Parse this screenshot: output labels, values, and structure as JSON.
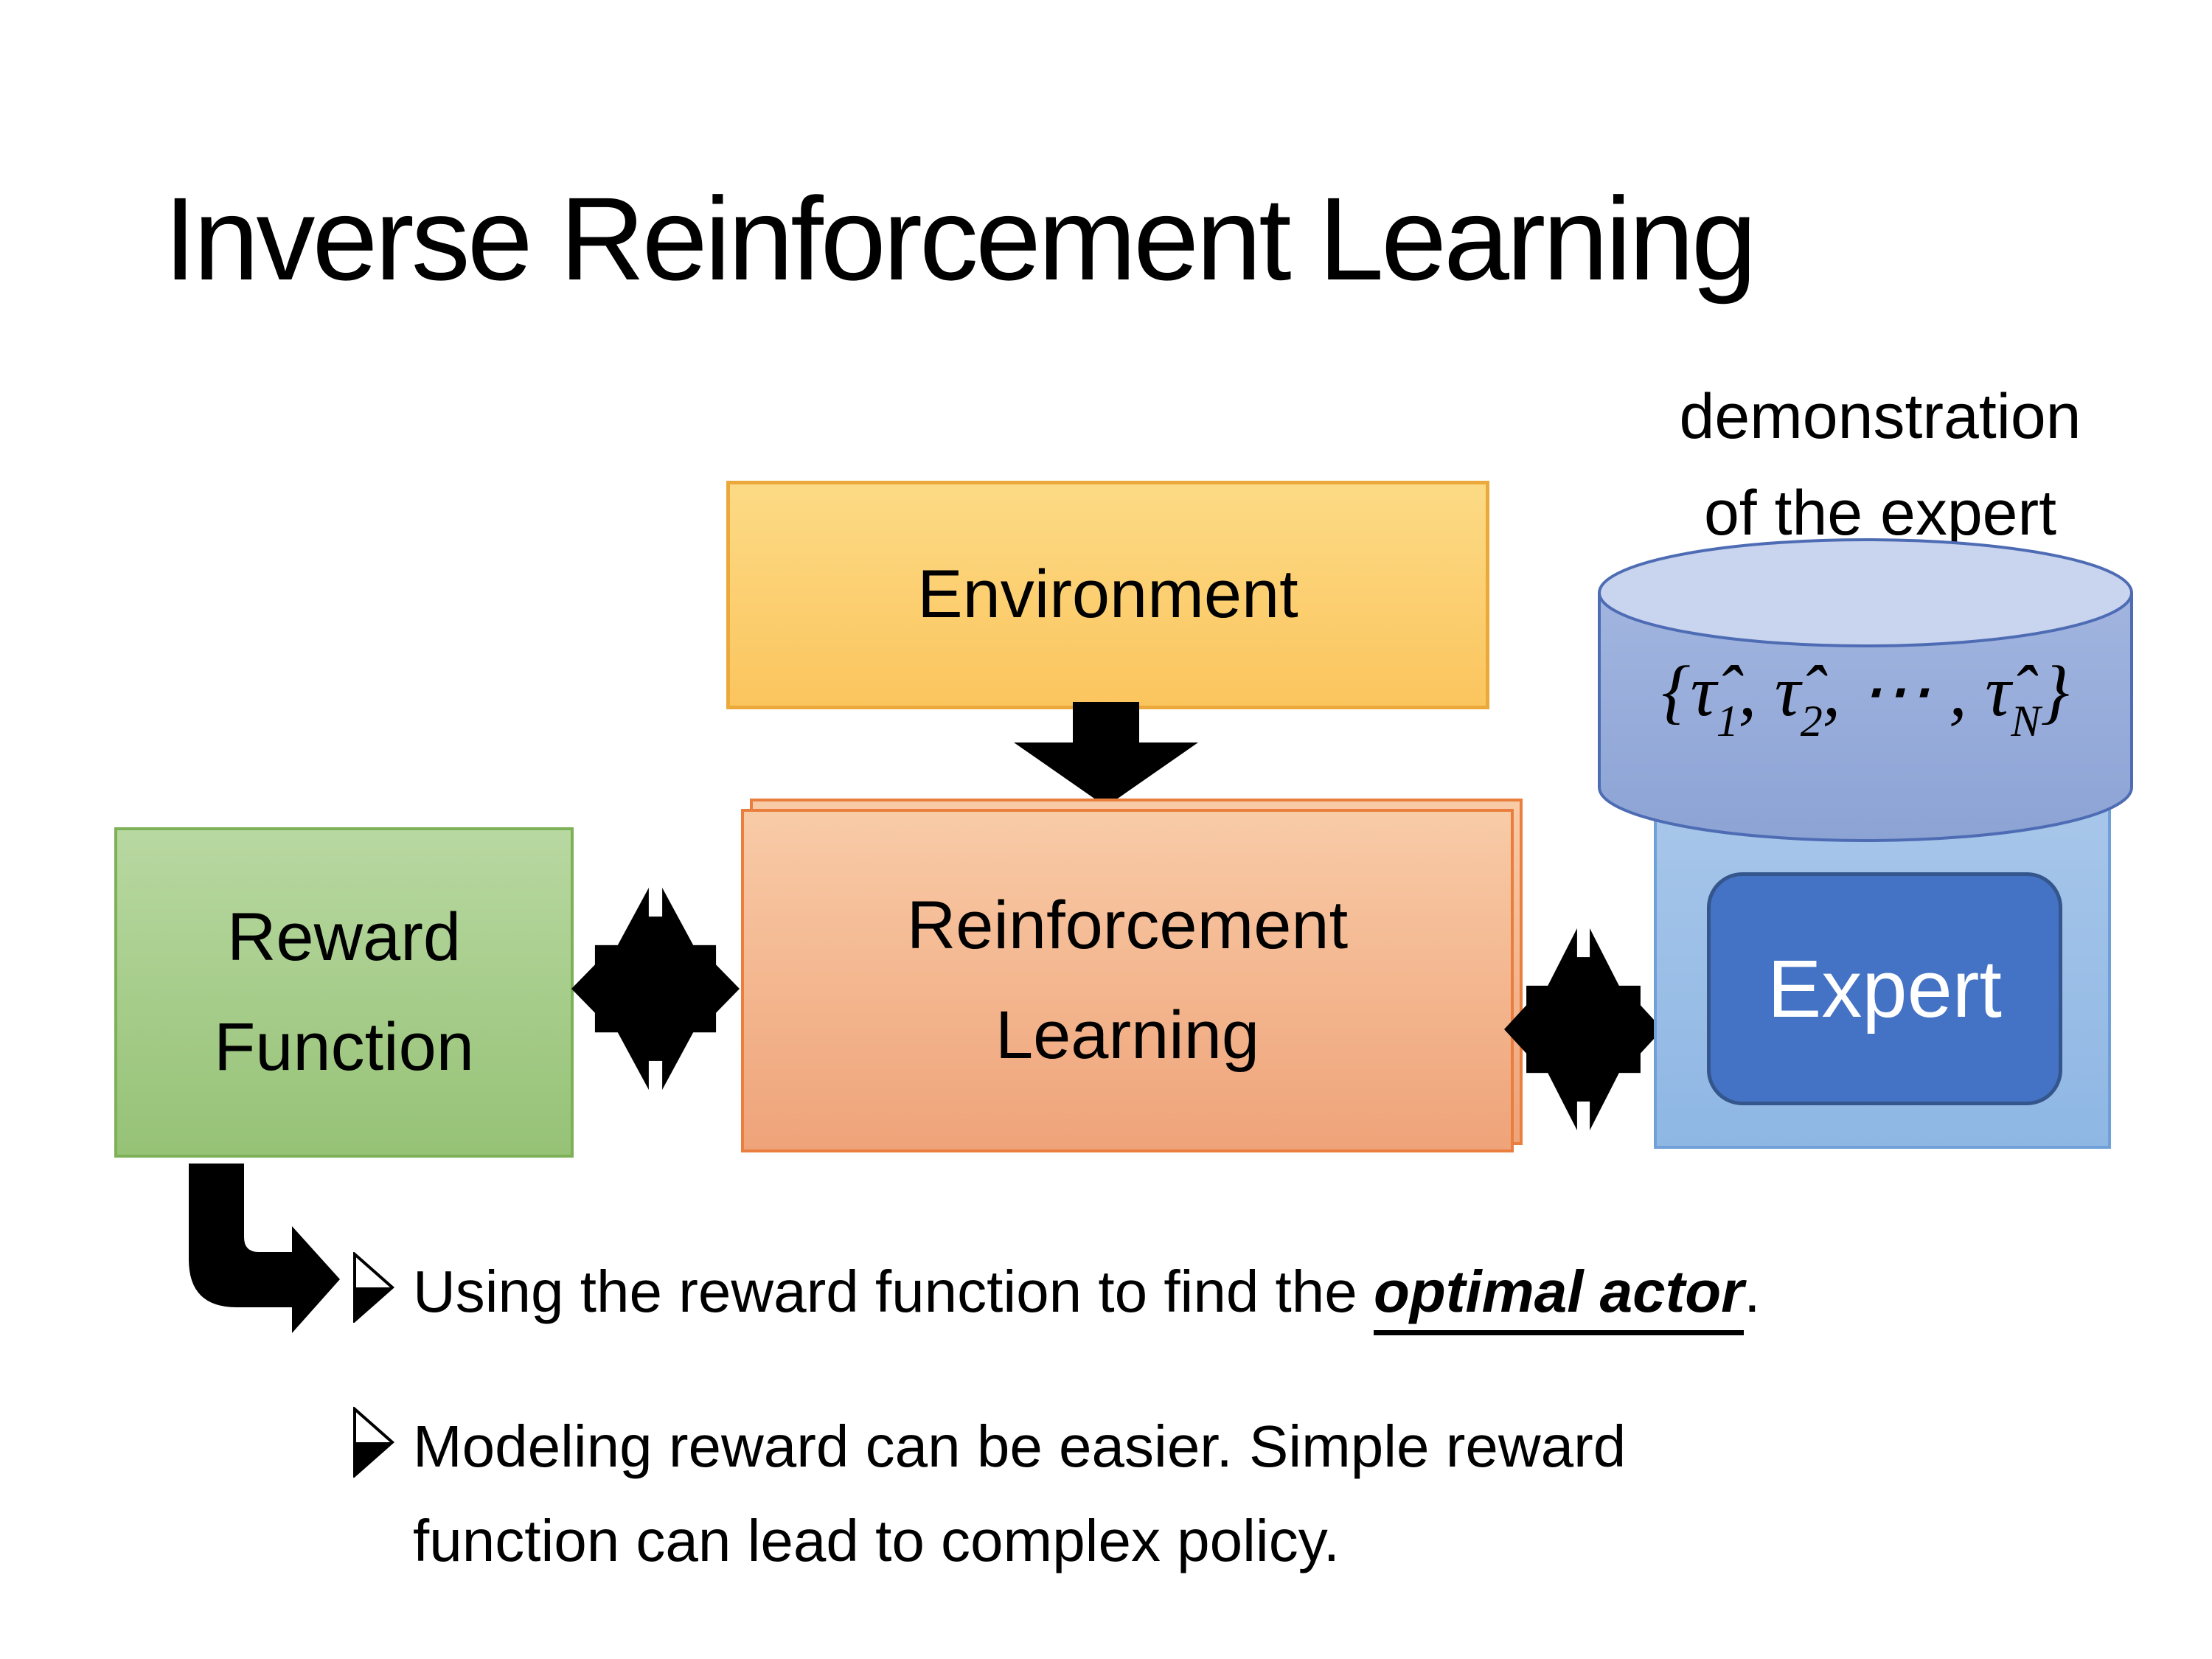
{
  "slide": {
    "title": "Inverse Reinforcement Learning",
    "annotation": {
      "line1": "demonstration",
      "line2": "of the expert"
    },
    "boxes": {
      "environment": {
        "label": "Environment"
      },
      "reinforcement": {
        "line1": "Reinforcement",
        "line2": "Learning"
      },
      "reward": {
        "line1": "Reward",
        "line2": "Function"
      },
      "expert": {
        "label": "Expert"
      }
    },
    "database": {
      "formula_segments": [
        {
          "t": "{τ̂"
        },
        {
          "s": "1"
        },
        {
          "t": ", τ̂"
        },
        {
          "s": "2"
        },
        {
          "t": ", ⋯ , τ̂"
        },
        {
          "s": "N"
        },
        {
          "t": "}"
        }
      ]
    },
    "bullets": [
      {
        "prefix": "Using the reward function to find the ",
        "highlight": "optimal actor",
        "suffix": "."
      },
      {
        "text": "Modeling reward can be easier. Simple reward function can lead to complex policy."
      }
    ],
    "colors": {
      "environment_fill_top": "#FCDA85",
      "environment_fill_bottom": "#FBC55E",
      "environment_border": "#EBA93C",
      "rl_fill_top": "#F8CBA7",
      "rl_fill_bottom": "#EFA379",
      "rl_border": "#E97E3F",
      "reward_fill_top": "#B8D8A1",
      "reward_fill_bottom": "#96C276",
      "reward_border": "#7CB157",
      "cylinder_body": "#93A9D8",
      "cylinder_top": "#C9D4EE",
      "cylinder_border": "#4E6CB4",
      "expert_bg_fill": "#A9C7EA",
      "expert_bg_border": "#6FA0D8",
      "expert_button_fill": "#4472C4",
      "expert_button_border": "#34568C",
      "expert_text": "#FFFFFF",
      "arrow_color": "#000000",
      "text_color": "#000000"
    }
  }
}
